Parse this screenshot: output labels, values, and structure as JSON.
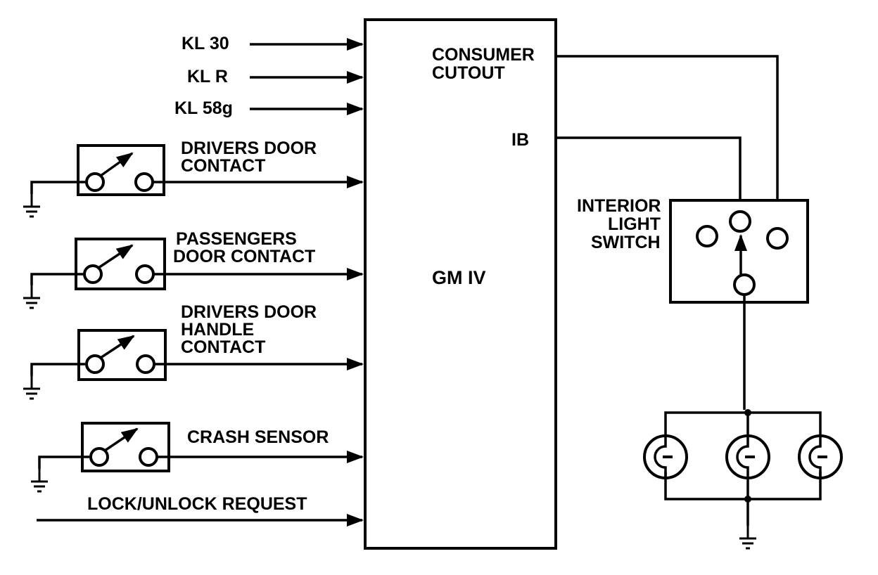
{
  "controller": {
    "label": "GM IV"
  },
  "inputs": {
    "kl30": "KL 30",
    "klr": "KL R",
    "kl58g": "KL 58g",
    "drivers_door_contact": [
      "DRIVERS DOOR",
      "CONTACT"
    ],
    "passengers_door_contact": [
      "PASSENGERS",
      "DOOR CONTACT"
    ],
    "drivers_door_handle_contact": [
      "DRIVERS DOOR",
      "HANDLE",
      "CONTACT"
    ],
    "crash_sensor": "CRASH SENSOR",
    "lock_unlock_request": "LOCK/UNLOCK REQUEST"
  },
  "outputs": {
    "consumer_cutout": [
      "CONSUMER",
      "CUTOUT"
    ],
    "ib": "IB"
  },
  "interior_light_switch": [
    "INTERIOR",
    "LIGHT",
    "SWITCH"
  ],
  "colors": {
    "line": "#000000",
    "background": "#ffffff"
  }
}
